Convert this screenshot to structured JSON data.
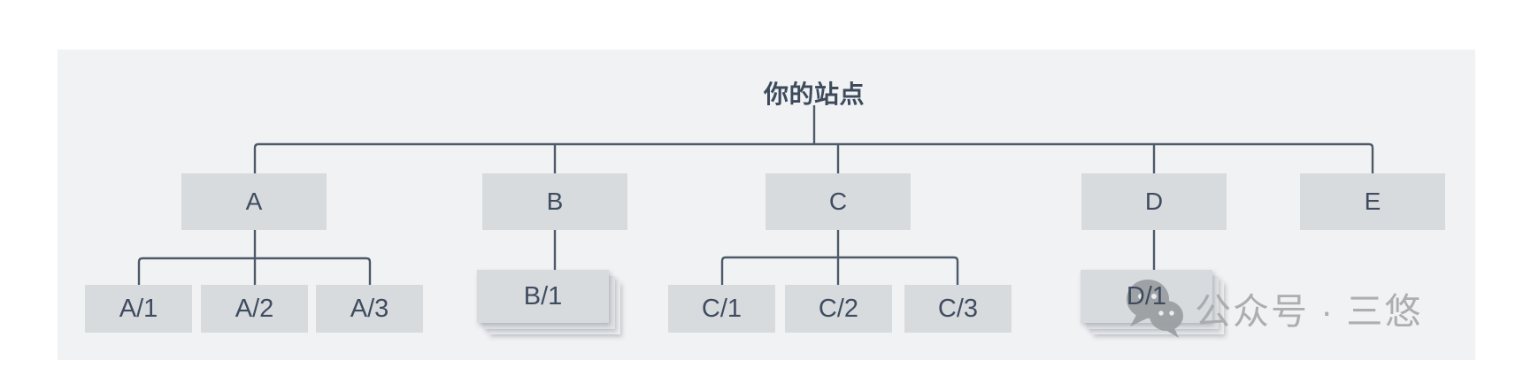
{
  "diagram": {
    "title": "site-structure-tree",
    "tree": {
      "root_label": "你的站点",
      "children": [
        {
          "label": "A",
          "stacked_children": false,
          "children": [
            {
              "label": "A/1"
            },
            {
              "label": "A/2"
            },
            {
              "label": "A/3"
            }
          ]
        },
        {
          "label": "B",
          "stacked_children": true,
          "children": [
            {
              "label": "B/1"
            }
          ]
        },
        {
          "label": "C",
          "stacked_children": false,
          "children": [
            {
              "label": "C/1"
            },
            {
              "label": "C/2"
            },
            {
              "label": "C/3"
            }
          ]
        },
        {
          "label": "D",
          "stacked_children": true,
          "children": [
            {
              "label": "D/1"
            }
          ]
        },
        {
          "label": "E",
          "stacked_children": false,
          "children": []
        }
      ]
    },
    "colors": {
      "panel_background": "#f1f2f4",
      "box_fill": "#d8dbde",
      "box_text": "#3f4c5f",
      "connector_line": "#4e5a68",
      "root_text": "#3d4a5c"
    }
  },
  "watermark": {
    "icon": "wechat-chat-bubbles-icon",
    "text": "公众号 · 三悠",
    "color": "#a7a9ab"
  }
}
